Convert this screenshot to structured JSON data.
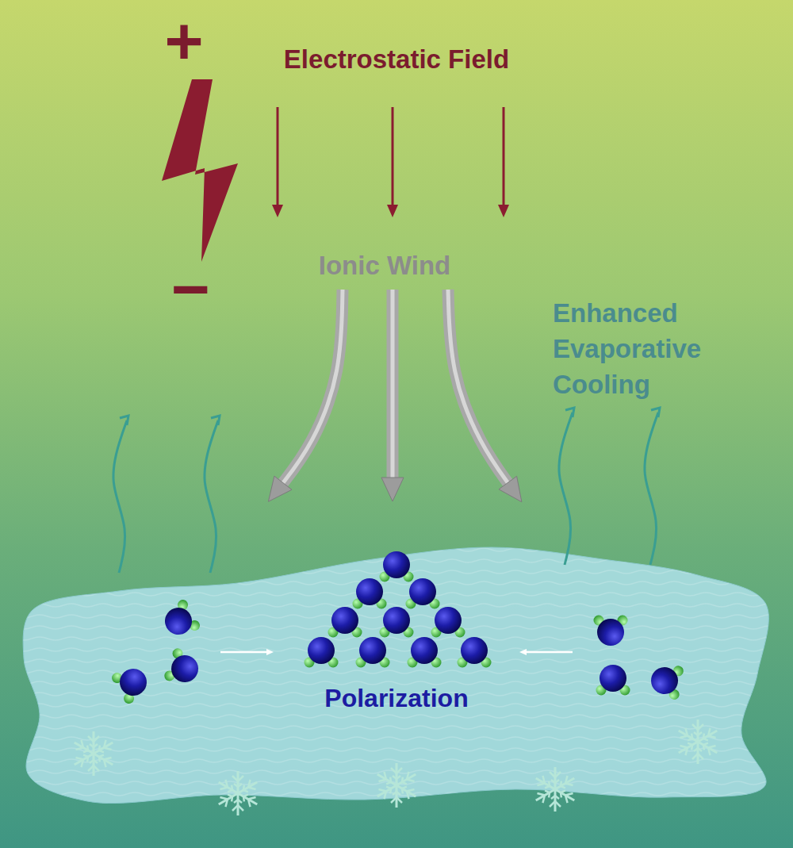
{
  "diagram": {
    "nodes": [
      {
        "text": [
          "Polarization"
        ]
      }
    ],
    "labels": [
      "+",
      "−",
      "Electrostatic Field",
      "Ionic Wind",
      "Enhanced Evaporative Cooling"
    ]
  }
}
